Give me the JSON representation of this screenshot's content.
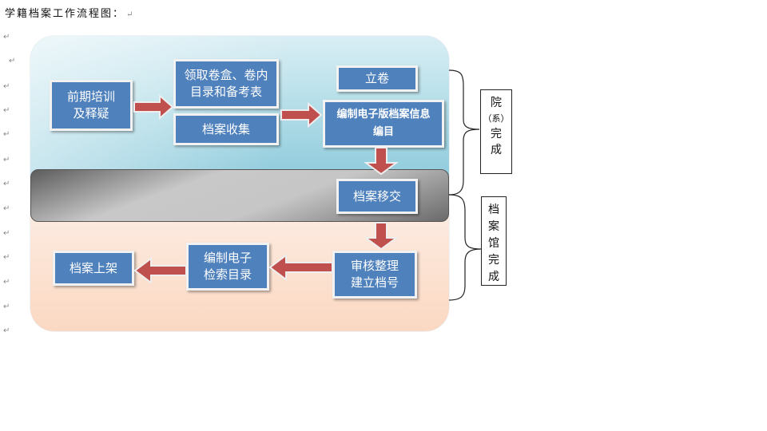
{
  "document": {
    "title": "学籍档案工作流程图：",
    "paragraph_mark": "↵"
  },
  "flow": {
    "stage1": {
      "pre_training": [
        "前期培训",
        "及释疑"
      ],
      "receive_boxes": [
        "领取卷盒、卷内",
        "目录和备考表"
      ],
      "collect": "档案收集",
      "file_volume": "立卷",
      "compile_electronic": [
        "编制电子版档案信息",
        "编目"
      ]
    },
    "transfer": "档案移交",
    "stage2": {
      "review": [
        "审核整理",
        "建立档号"
      ],
      "compile_index": [
        "编制电子",
        "检索目录"
      ],
      "shelve": "档案上架"
    }
  },
  "labels": {
    "department": [
      "院",
      "（系）",
      "完",
      "成"
    ],
    "archive": [
      "档",
      "案",
      "馆",
      "完",
      "成"
    ]
  },
  "colors": {
    "box": "#4f81bd",
    "arrow": "#c0504d",
    "top_panel": "#8fcbdc",
    "bottom_panel": "#fbd8c2"
  }
}
